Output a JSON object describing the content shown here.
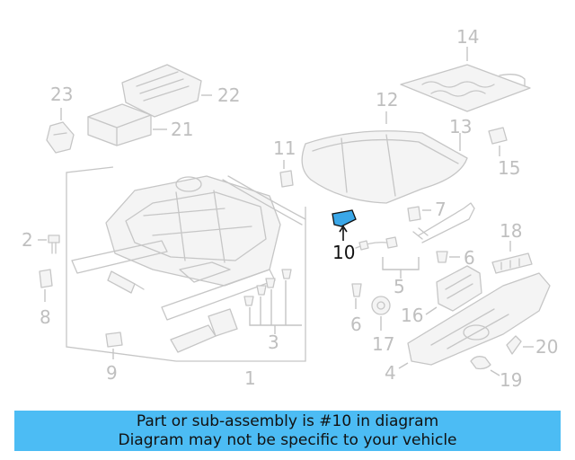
{
  "diagram": {
    "highlight_color": "#3aa7e8",
    "part_color": "#c6c6c6",
    "callouts": {
      "n1": "1",
      "n2": "2",
      "n3": "3",
      "n4": "4",
      "n5": "5",
      "n6a": "6",
      "n6b": "6",
      "n7": "7",
      "n8": "8",
      "n9": "9",
      "n10": "10",
      "n11": "11",
      "n12": "12",
      "n13": "13",
      "n14": "14",
      "n15": "15",
      "n16": "16",
      "n17": "17",
      "n18": "18",
      "n19": "19",
      "n20": "20",
      "n21": "21",
      "n22": "22",
      "n23": "23"
    },
    "highlighted_part": "10"
  },
  "banner": {
    "line1": "Part or sub-assembly is #10 in diagram",
    "line2": "Diagram may not be specific to your vehicle",
    "color": "#4cbcf4"
  }
}
